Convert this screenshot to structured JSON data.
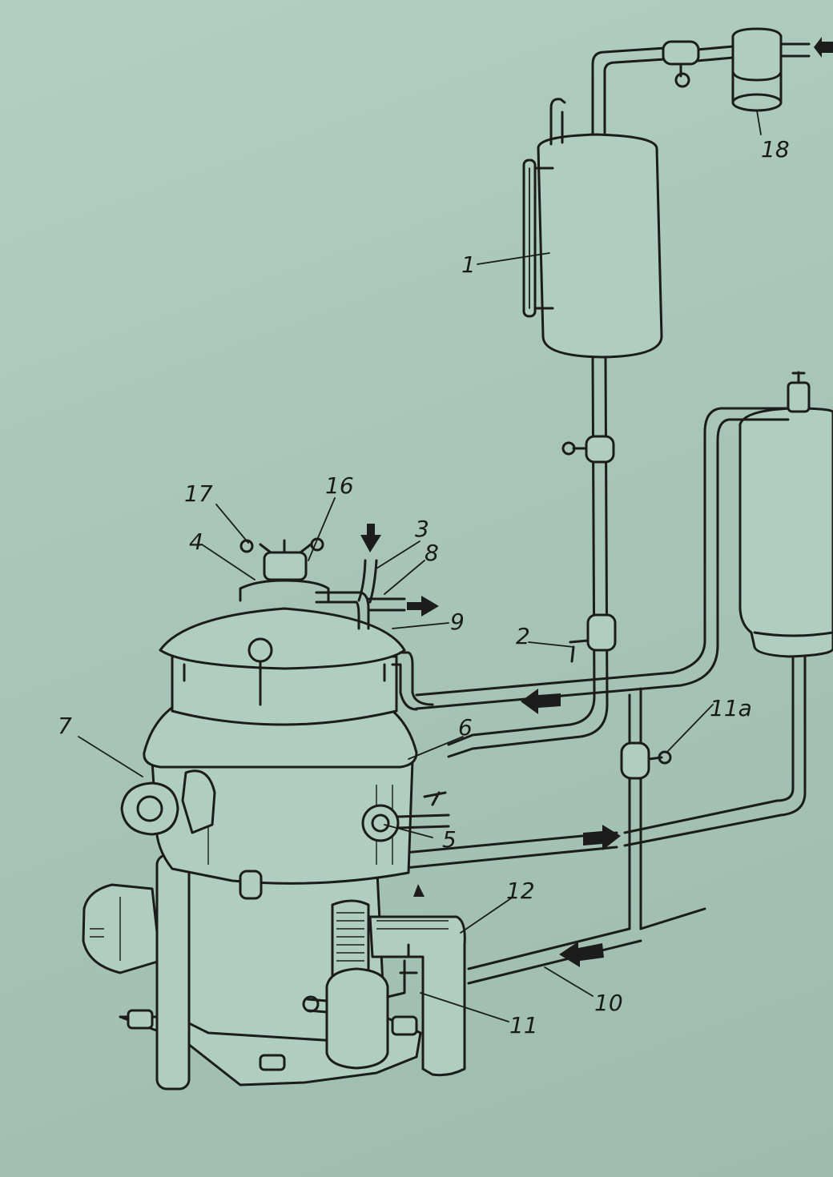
{
  "labels": {
    "l1": "1",
    "l2": "2",
    "l3": "3",
    "l4": "4",
    "l5": "5",
    "l6": "6",
    "l7": "7",
    "l8": "8",
    "l9": "9",
    "l10": "10",
    "l11": "11",
    "l11a": "11a",
    "l12": "12",
    "l16": "16",
    "l17": "17",
    "l18": "18"
  },
  "colors": {
    "paper": "#a9c6ba",
    "ink": "#1c1c1c"
  }
}
